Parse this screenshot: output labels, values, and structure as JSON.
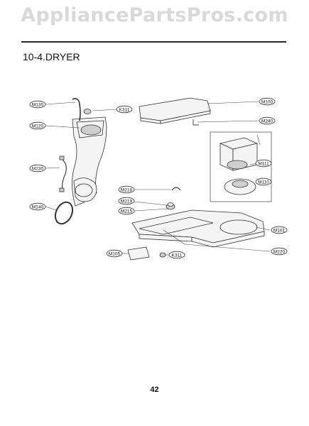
{
  "header": {
    "watermark": "AppliancePartsPros.com"
  },
  "section": {
    "title": "10-4.DRYER"
  },
  "footer": {
    "page_number": "42"
  },
  "parts": [
    {
      "id": "p-m130",
      "code": "M130"
    },
    {
      "id": "p-k311a",
      "code": "K311"
    },
    {
      "id": "p-m120",
      "code": "M120"
    },
    {
      "id": "p-m230",
      "code": "M230"
    },
    {
      "id": "p-m140",
      "code": "M140"
    },
    {
      "id": "p-m100",
      "code": "M100"
    },
    {
      "id": "p-m240",
      "code": "M240"
    },
    {
      "id": "p-m111",
      "code": "M111"
    },
    {
      "id": "p-m110",
      "code": "M110"
    },
    {
      "id": "p-m218",
      "code": "M218"
    },
    {
      "id": "p-m219",
      "code": "M219"
    },
    {
      "id": "p-m215",
      "code": "M215"
    },
    {
      "id": "p-m101",
      "code": "M101"
    },
    {
      "id": "p-m220",
      "code": "M220"
    },
    {
      "id": "p-m105",
      "code": "M105"
    },
    {
      "id": "p-k311b",
      "code": "K311"
    }
  ]
}
